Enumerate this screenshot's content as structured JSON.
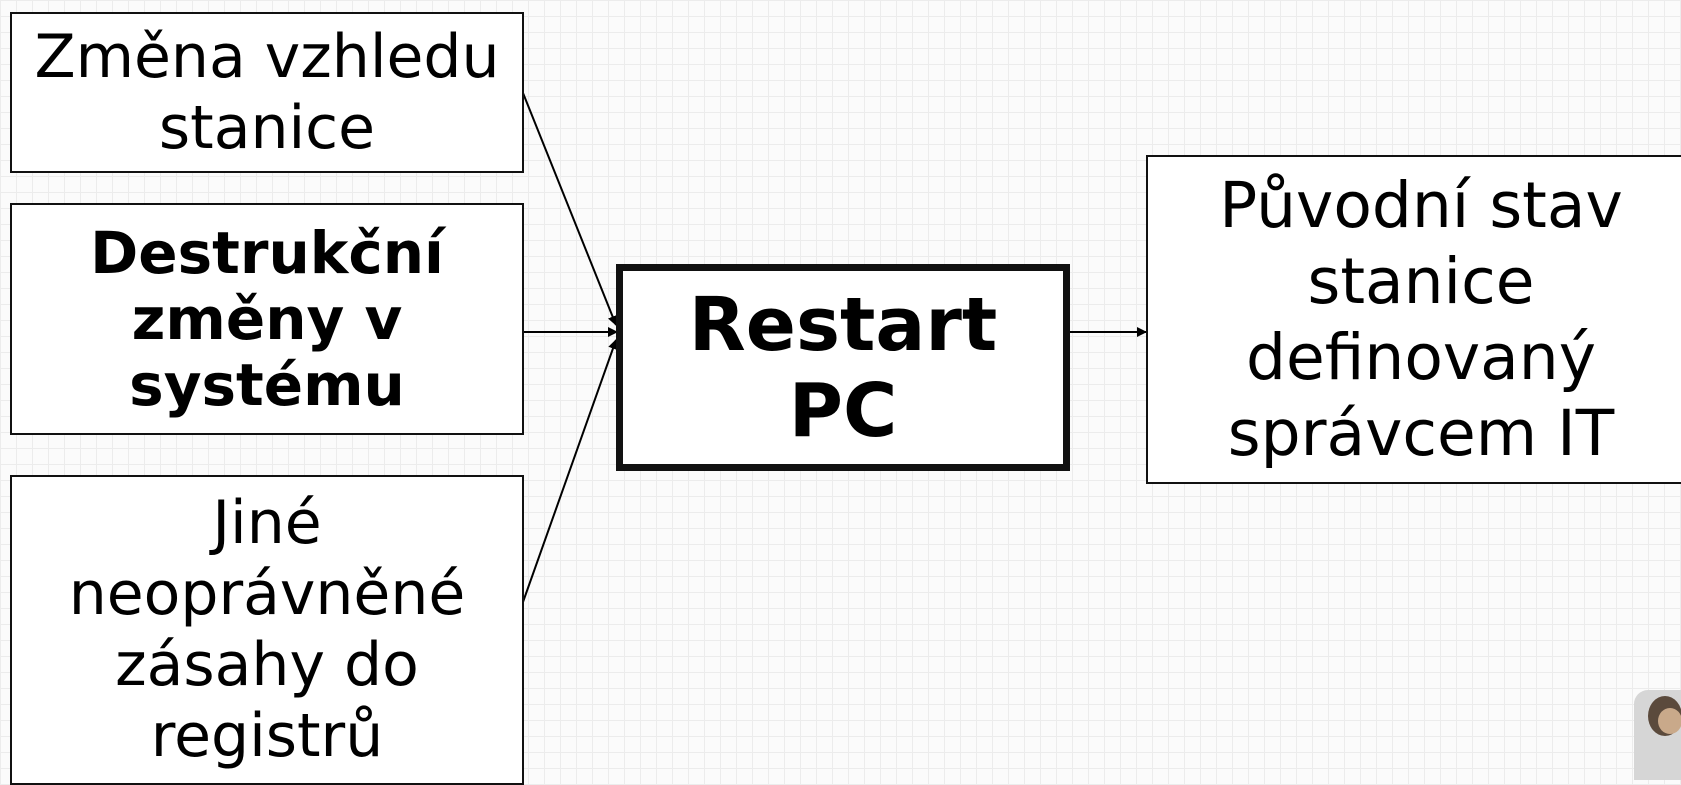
{
  "diagram": {
    "sources": [
      {
        "id": "appearance",
        "label": "Změna vzhledu\nstanice",
        "bold": false
      },
      {
        "id": "destructive",
        "label": "Destrukční\nzměny v\nsystému",
        "bold": true
      },
      {
        "id": "registry",
        "label": "Jiné\nneoprávněné\nzásahy do\nregistrů",
        "bold": false
      }
    ],
    "center": {
      "label": "Restart\nPC"
    },
    "target": {
      "label": "Původní stav\nstanice\ndefinovaný\nsprávcem IT"
    }
  }
}
